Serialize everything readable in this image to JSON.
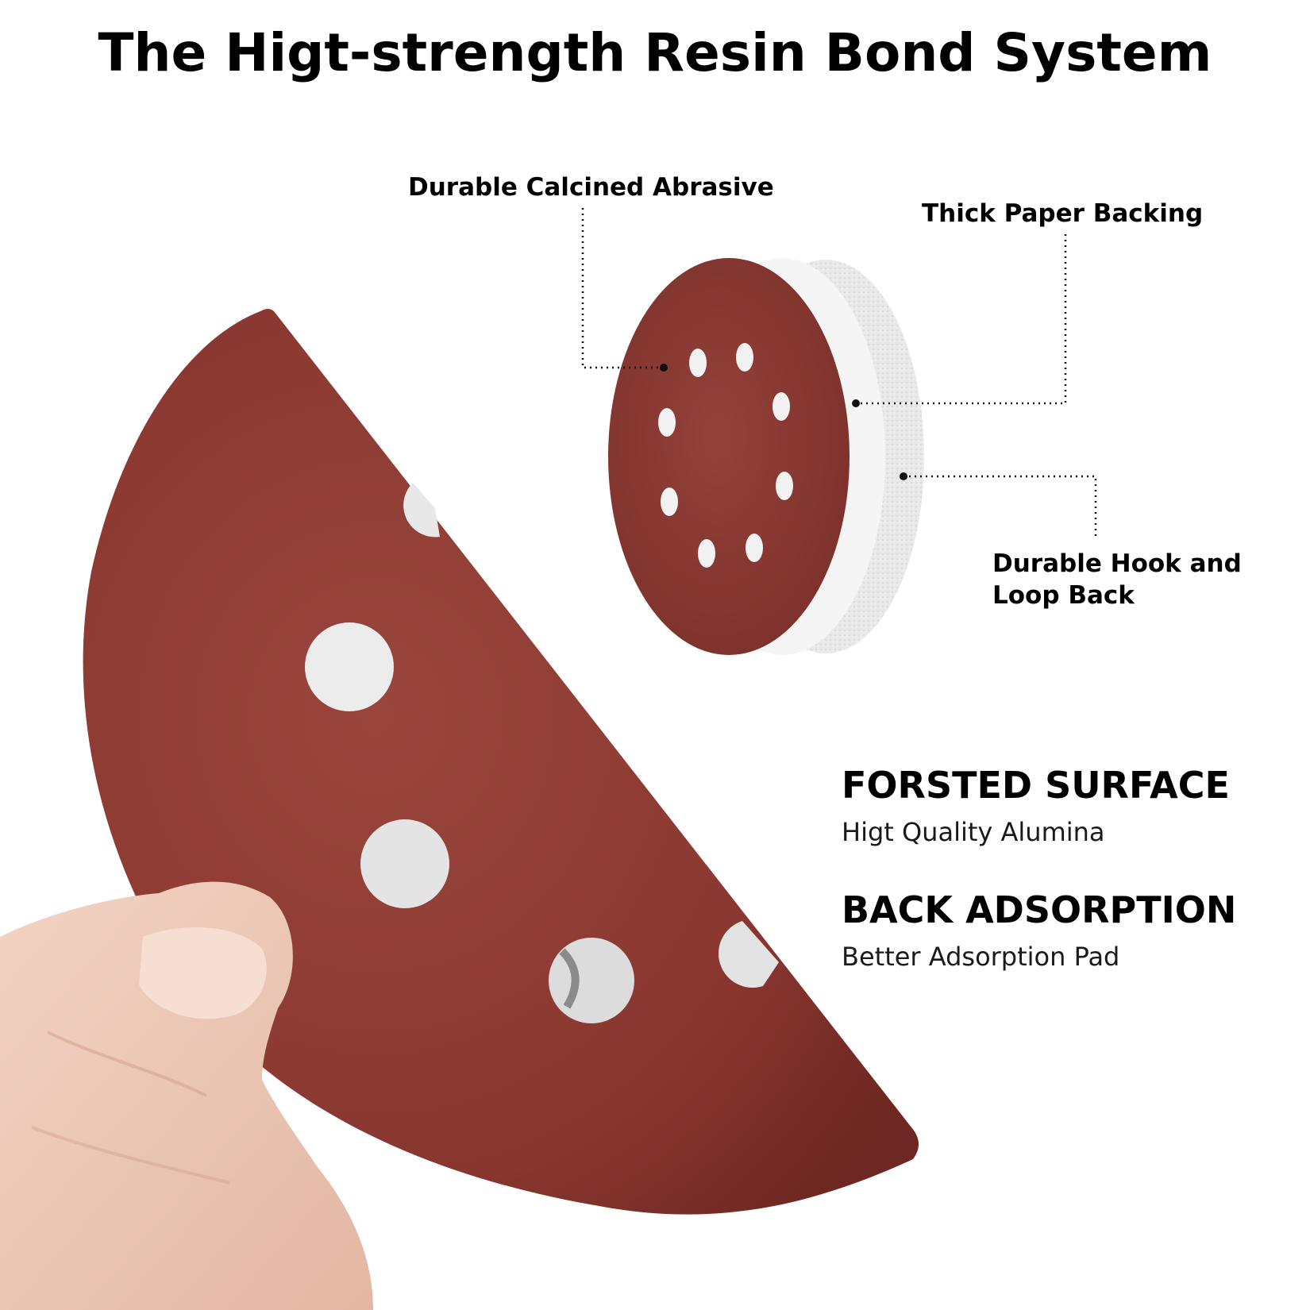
{
  "title": "The Higt-strength Resin Bond System",
  "callouts": {
    "abrasive": "Durable Calcined Abrasive",
    "paper": "Thick Paper Backing",
    "hook_line1": "Durable Hook and",
    "hook_line2": "Loop Back"
  },
  "features": [
    {
      "heading": "FORSTED SURFACE",
      "subtitle": "Higt Quality Alumina"
    },
    {
      "heading": "BACK ADSORPTION",
      "subtitle": "Better Adsorption Pad"
    }
  ],
  "colors": {
    "abrasive": "#8e3c34",
    "paper": "#f4f4f4",
    "hook_loop": "#e6e6e6",
    "text": "#000000"
  }
}
